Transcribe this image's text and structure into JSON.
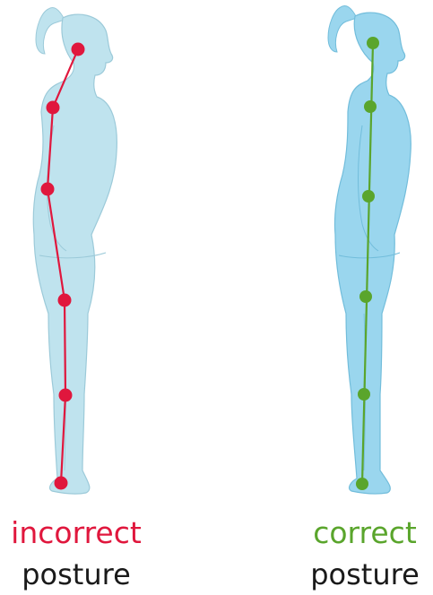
{
  "figures": [
    {
      "id": "incorrect",
      "status_text": "incorrect",
      "label_text": "posture",
      "accent_color": "#e0173d",
      "body_fill": "#bfe3ee",
      "body_stroke": "#9ccad9"
    },
    {
      "id": "correct",
      "status_text": "correct",
      "label_text": "posture",
      "accent_color": "#5aa52c",
      "body_fill": "#9ad6ee",
      "body_stroke": "#72bddb"
    }
  ]
}
